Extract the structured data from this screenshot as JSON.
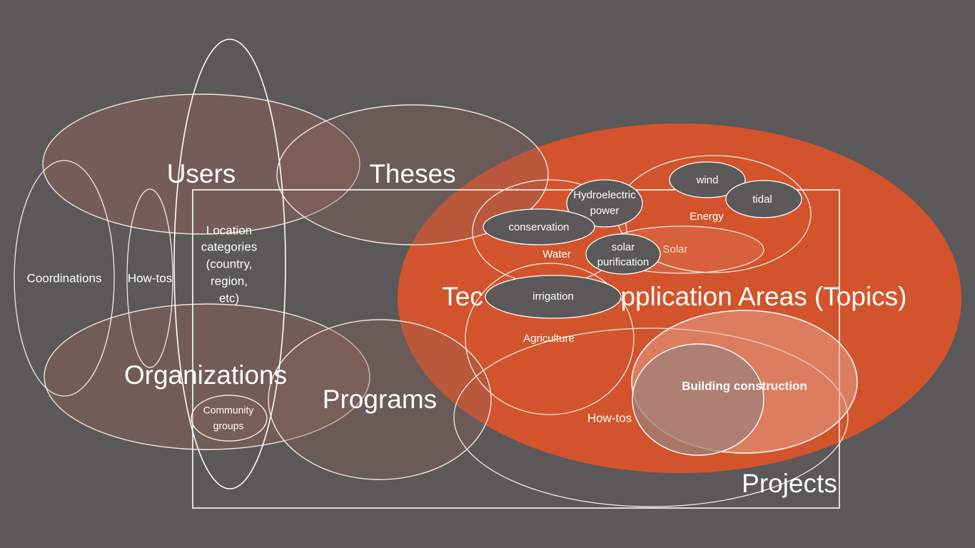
{
  "labels": {
    "users": "Users",
    "theses": "Theses",
    "tech_areas_left": "Tec",
    "tech_areas_right": "pplication Areas (Topics)",
    "organizations": "Organizations",
    "programs": "Programs",
    "projects": "Projects",
    "coordinations": "Coordinations",
    "howtos_left": "How-tos",
    "location_categories": [
      "Location",
      "categories",
      "(country,",
      "region,",
      "etc)"
    ],
    "community_groups": [
      "Community",
      "groups"
    ],
    "hydroelectric_power": [
      "Hydroelectric",
      "power"
    ],
    "wind": "wind",
    "tidal": "tidal",
    "energy": "Energy",
    "conservation": "conservation",
    "water": "Water",
    "solar_purification": [
      "solar",
      "purification"
    ],
    "solar": "Solar",
    "irrigation": "irrigation",
    "agriculture": "Agriculture",
    "building_construction": "Building construction",
    "howtos_right": "How-tos"
  },
  "colors": {
    "background": "#5a5859",
    "tech_areas_fill": "#d9542b",
    "users_fill": "#8a6058",
    "orgs_fill": "#8a6058",
    "building_fill": "#b07e74",
    "text": "#ffffff"
  }
}
